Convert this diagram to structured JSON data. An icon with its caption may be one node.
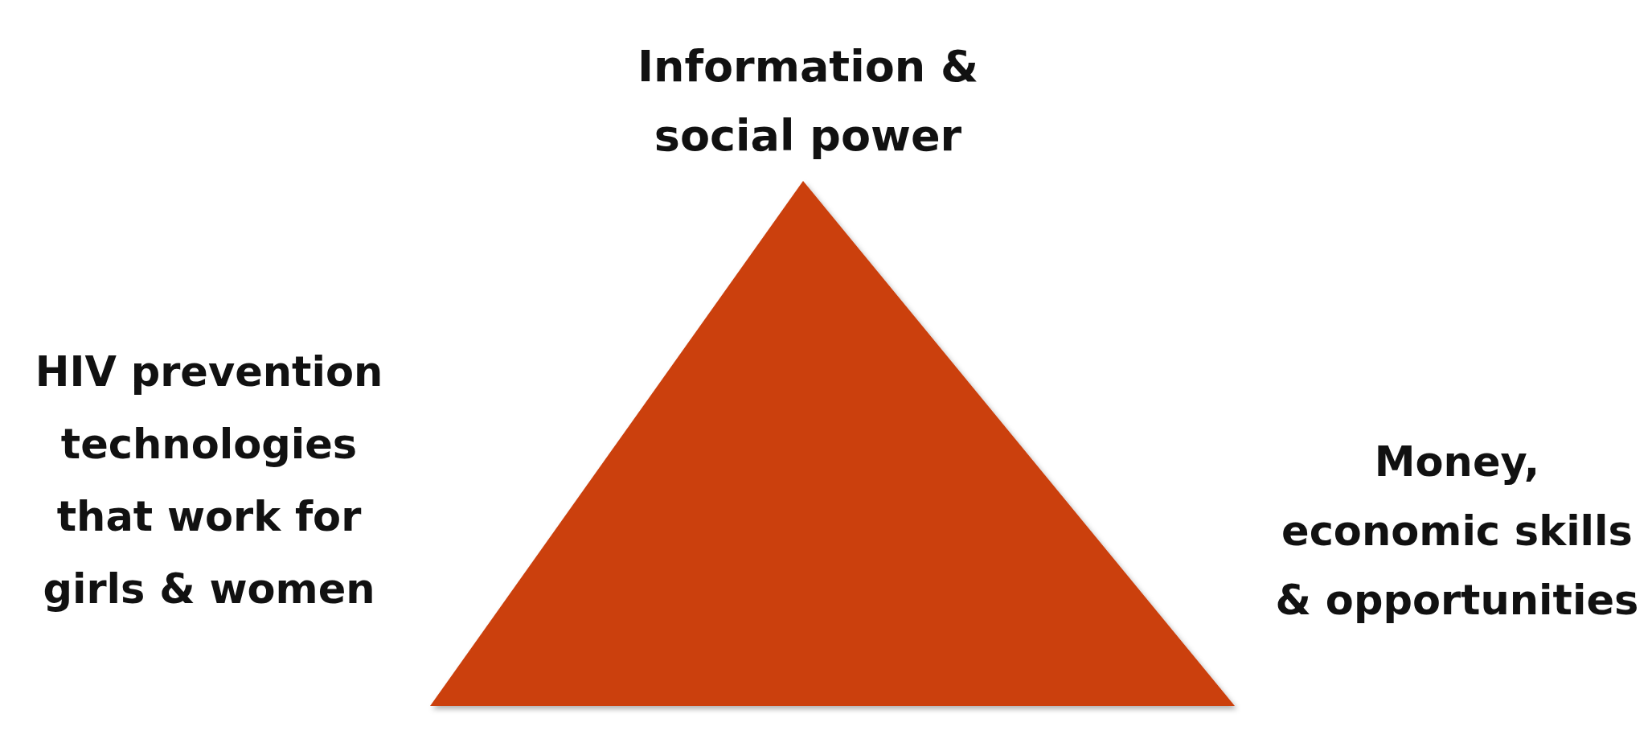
{
  "diagram": {
    "labels": [
      "Information & social power",
      "HIV prevention technologies that work for girls & women",
      "Money, economic skills & opportunities"
    ]
  }
}
